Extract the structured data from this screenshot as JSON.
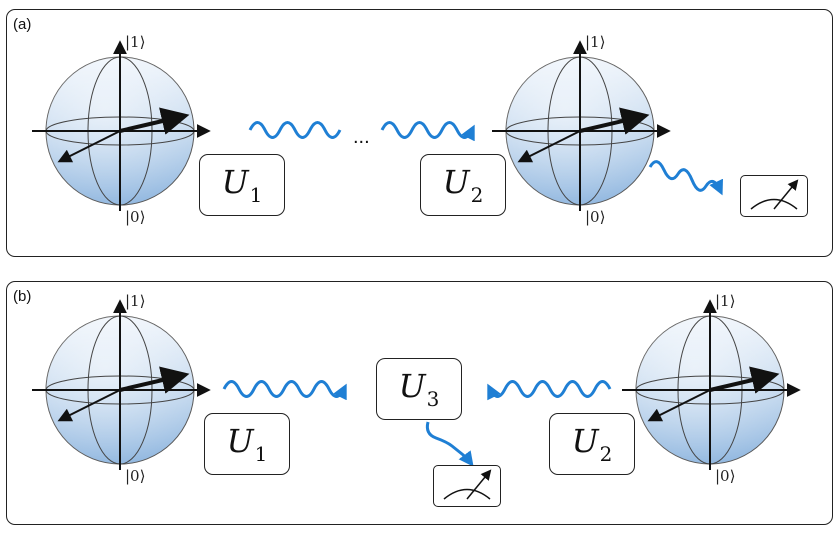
{
  "panels": {
    "a": {
      "label": "(a)",
      "gate1": {
        "letter": "U",
        "index": "1"
      },
      "gate2": {
        "letter": "U",
        "index": "2"
      },
      "ellipsis": "..."
    },
    "b": {
      "label": "(b)",
      "gate1": {
        "letter": "U",
        "index": "1"
      },
      "gate2": {
        "letter": "U",
        "index": "2"
      },
      "gate3": {
        "letter": "U",
        "index": "3"
      }
    }
  },
  "kets": {
    "top": "|1⟩",
    "bottom": "|0⟩"
  },
  "icons": [
    "bloch-sphere-icon",
    "wavy-arrow-icon",
    "meter-icon"
  ],
  "colors": {
    "sphere_light": "#eef4fb",
    "sphere_dark": "#8fb6df",
    "wave": "#1f7fd4",
    "line": "#111111"
  }
}
